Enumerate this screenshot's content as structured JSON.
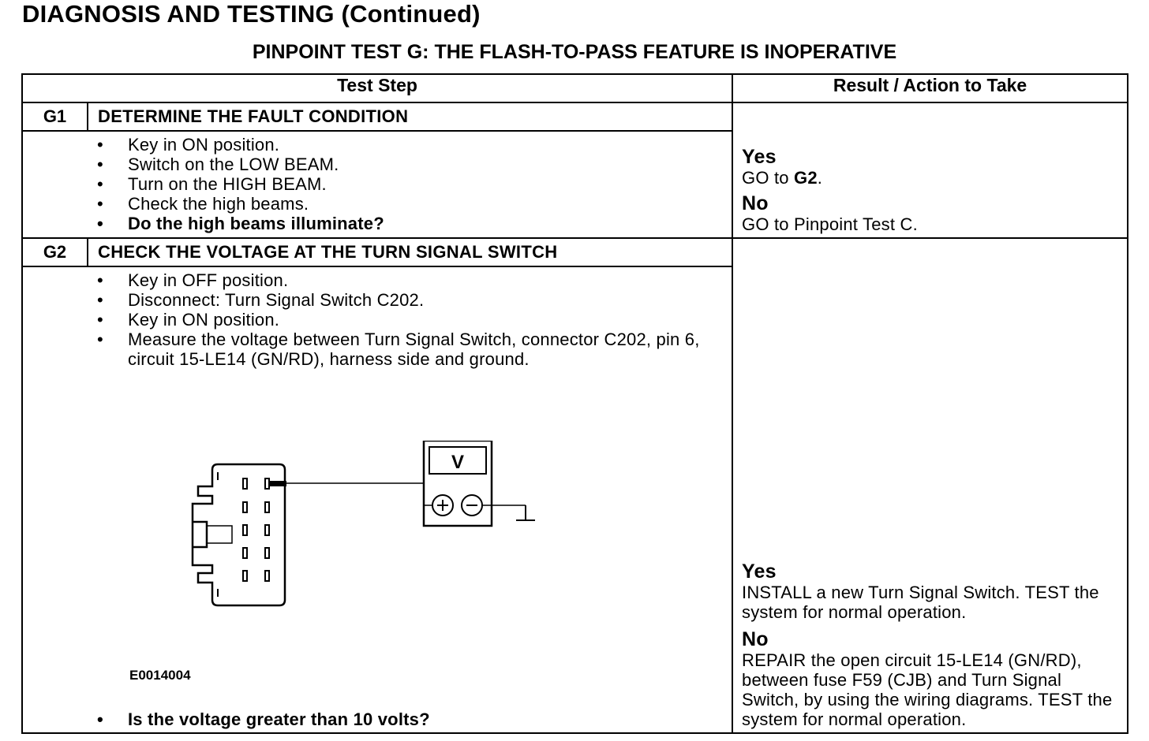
{
  "page": {
    "heading": "DIAGNOSIS AND TESTING (Continued)",
    "test_title": "PINPOINT TEST  G: THE FLASH-TO-PASS FEATURE IS INOPERATIVE"
  },
  "table": {
    "col_test_step": "Test Step",
    "col_result": "Result / Action to Take",
    "steps": [
      {
        "id": "G1",
        "title": "DETERMINE THE FAULT CONDITION",
        "bullets": [
          "Key in ON position.",
          "Switch on the LOW BEAM.",
          "Turn on the HIGH BEAM.",
          "Check the high beams.",
          "Do the high beams illuminate?"
        ],
        "yes_label": "Yes",
        "yes_text_prefix": "GO to ",
        "yes_text_ref": "G2",
        "yes_text_suffix": ".",
        "no_label": "No",
        "no_text": "GO to Pinpoint Test C."
      },
      {
        "id": "G2",
        "title": "CHECK THE VOLTAGE AT THE TURN SIGNAL SWITCH",
        "bullets": [
          "Key in OFF position.",
          "Disconnect: Turn Signal Switch C202.",
          "Key in ON position.",
          "Measure the voltage between Turn Signal Switch, connector C202, pin 6, circuit 15-LE14 (GN/RD), harness side and ground."
        ],
        "figure_code": "E0014004",
        "meter_label": "V",
        "question": "Is the voltage greater than 10 volts?",
        "yes_label": "Yes",
        "yes_text": "INSTALL a new Turn Signal Switch. TEST the system for normal operation.",
        "no_label": "No",
        "no_text": "REPAIR the open circuit 15-LE14 (GN/RD), between fuse F59 (CJB) and Turn Signal Switch, by using the wiring diagrams. TEST the system for normal operation."
      }
    ]
  },
  "icons": {
    "meter": "voltmeter-icon",
    "connector": "connector-icon",
    "ground": "ground-symbol-icon"
  }
}
